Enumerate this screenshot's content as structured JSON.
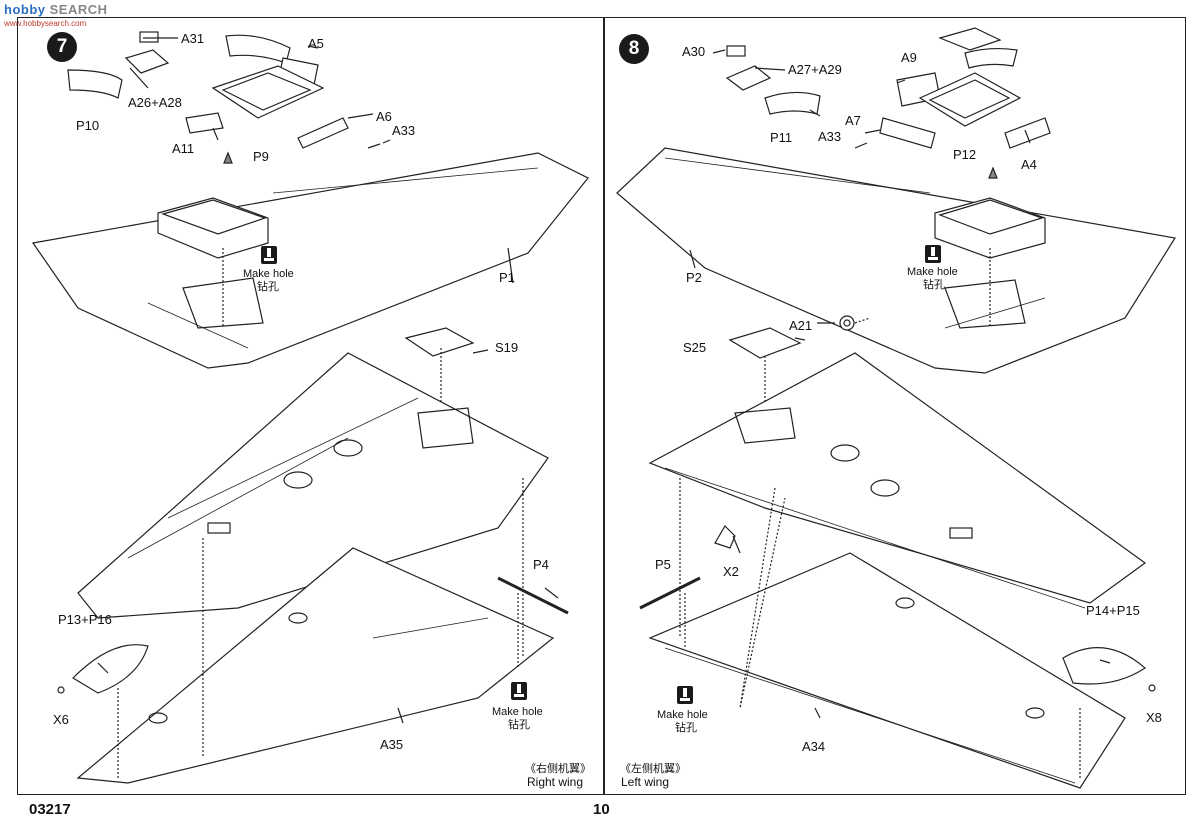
{
  "watermark": {
    "logo": "hobby",
    "text": "SEARCH",
    "url": "www.hobbysearch.com"
  },
  "steps": [
    {
      "number": "7",
      "parts": [
        "A31",
        "A5",
        "A26+A28",
        "P10",
        "A6",
        "A33",
        "A11",
        "P9",
        "P1",
        "S19",
        "P4",
        "P13+P16",
        "X6",
        "A35"
      ],
      "hole_label_en": "Make hole",
      "hole_label_cn": "钻孔",
      "wing_label_cn": "《右侧机翼》",
      "wing_label_en": "Right wing"
    },
    {
      "number": "8",
      "parts": [
        "A30",
        "A27+A29",
        "A9",
        "P11",
        "A7",
        "A33",
        "P12",
        "A4",
        "P2",
        "A21",
        "S25",
        "X2",
        "P5",
        "P14+P15",
        "X8",
        "A34"
      ],
      "hole_label_en": "Make hole",
      "hole_label_cn": "钻孔",
      "wing_label_cn": "《左侧机翼》",
      "wing_label_en": "Left wing"
    }
  ],
  "footer": {
    "code": "03217",
    "page_number": "10"
  }
}
